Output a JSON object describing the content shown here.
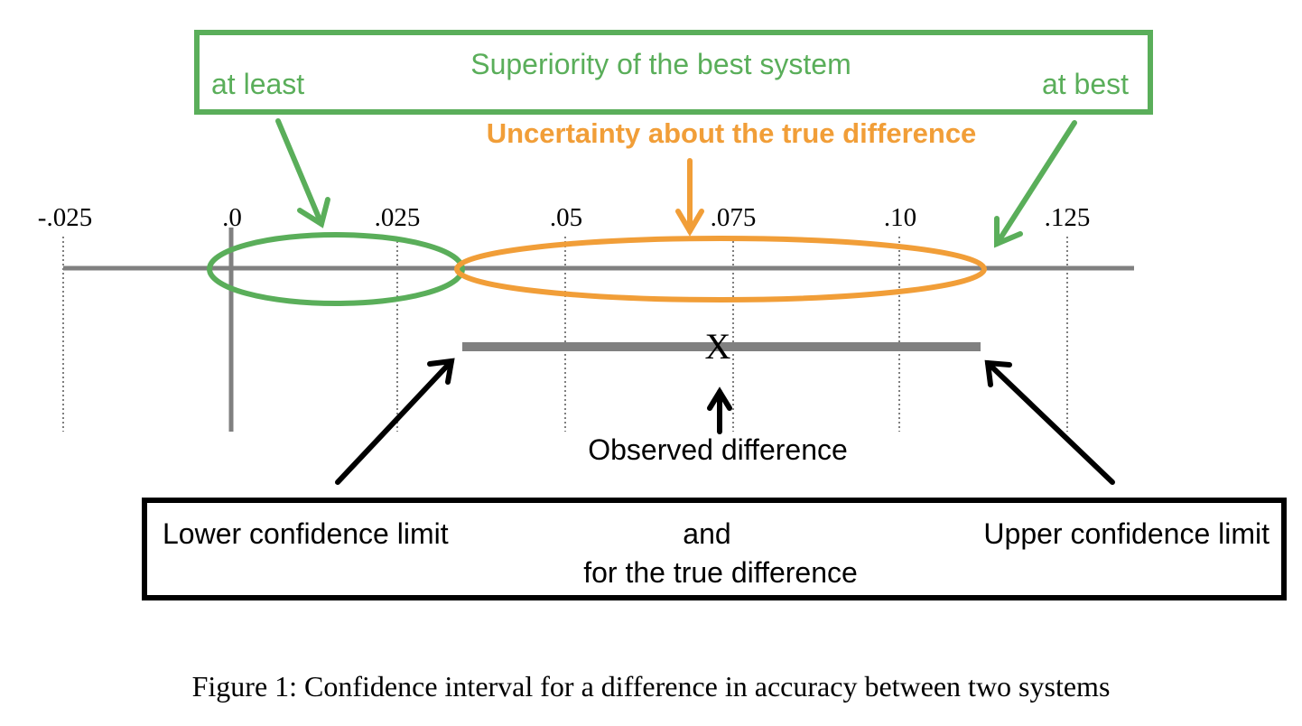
{
  "colors": {
    "green": "#5aae5a",
    "orange": "#f19e38",
    "axis_gray": "#808080",
    "black": "#000000"
  },
  "axis": {
    "tick_labels": [
      "-.025",
      ".0",
      ".025",
      ".05",
      ".075",
      ".10",
      ".125"
    ],
    "tick_values": [
      -0.025,
      0.0,
      0.025,
      0.05,
      0.075,
      0.1,
      0.125
    ],
    "confidence_interval": [
      0.035,
      0.112
    ],
    "observed_difference": 0.073
  },
  "superiority_box": {
    "title": "Superiority of the best system",
    "left_label": "at least",
    "right_label": "at best"
  },
  "uncertainty_label": "Uncertainty about the true difference",
  "observed_marker": "X",
  "observed_label": "Observed difference",
  "limits_box": {
    "lower": "Lower confidence limit",
    "middle": "and",
    "upper": "Upper confidence limit",
    "bottom": "for the true difference"
  },
  "caption": "Figure 1: Confidence interval for a difference in accuracy between two systems"
}
